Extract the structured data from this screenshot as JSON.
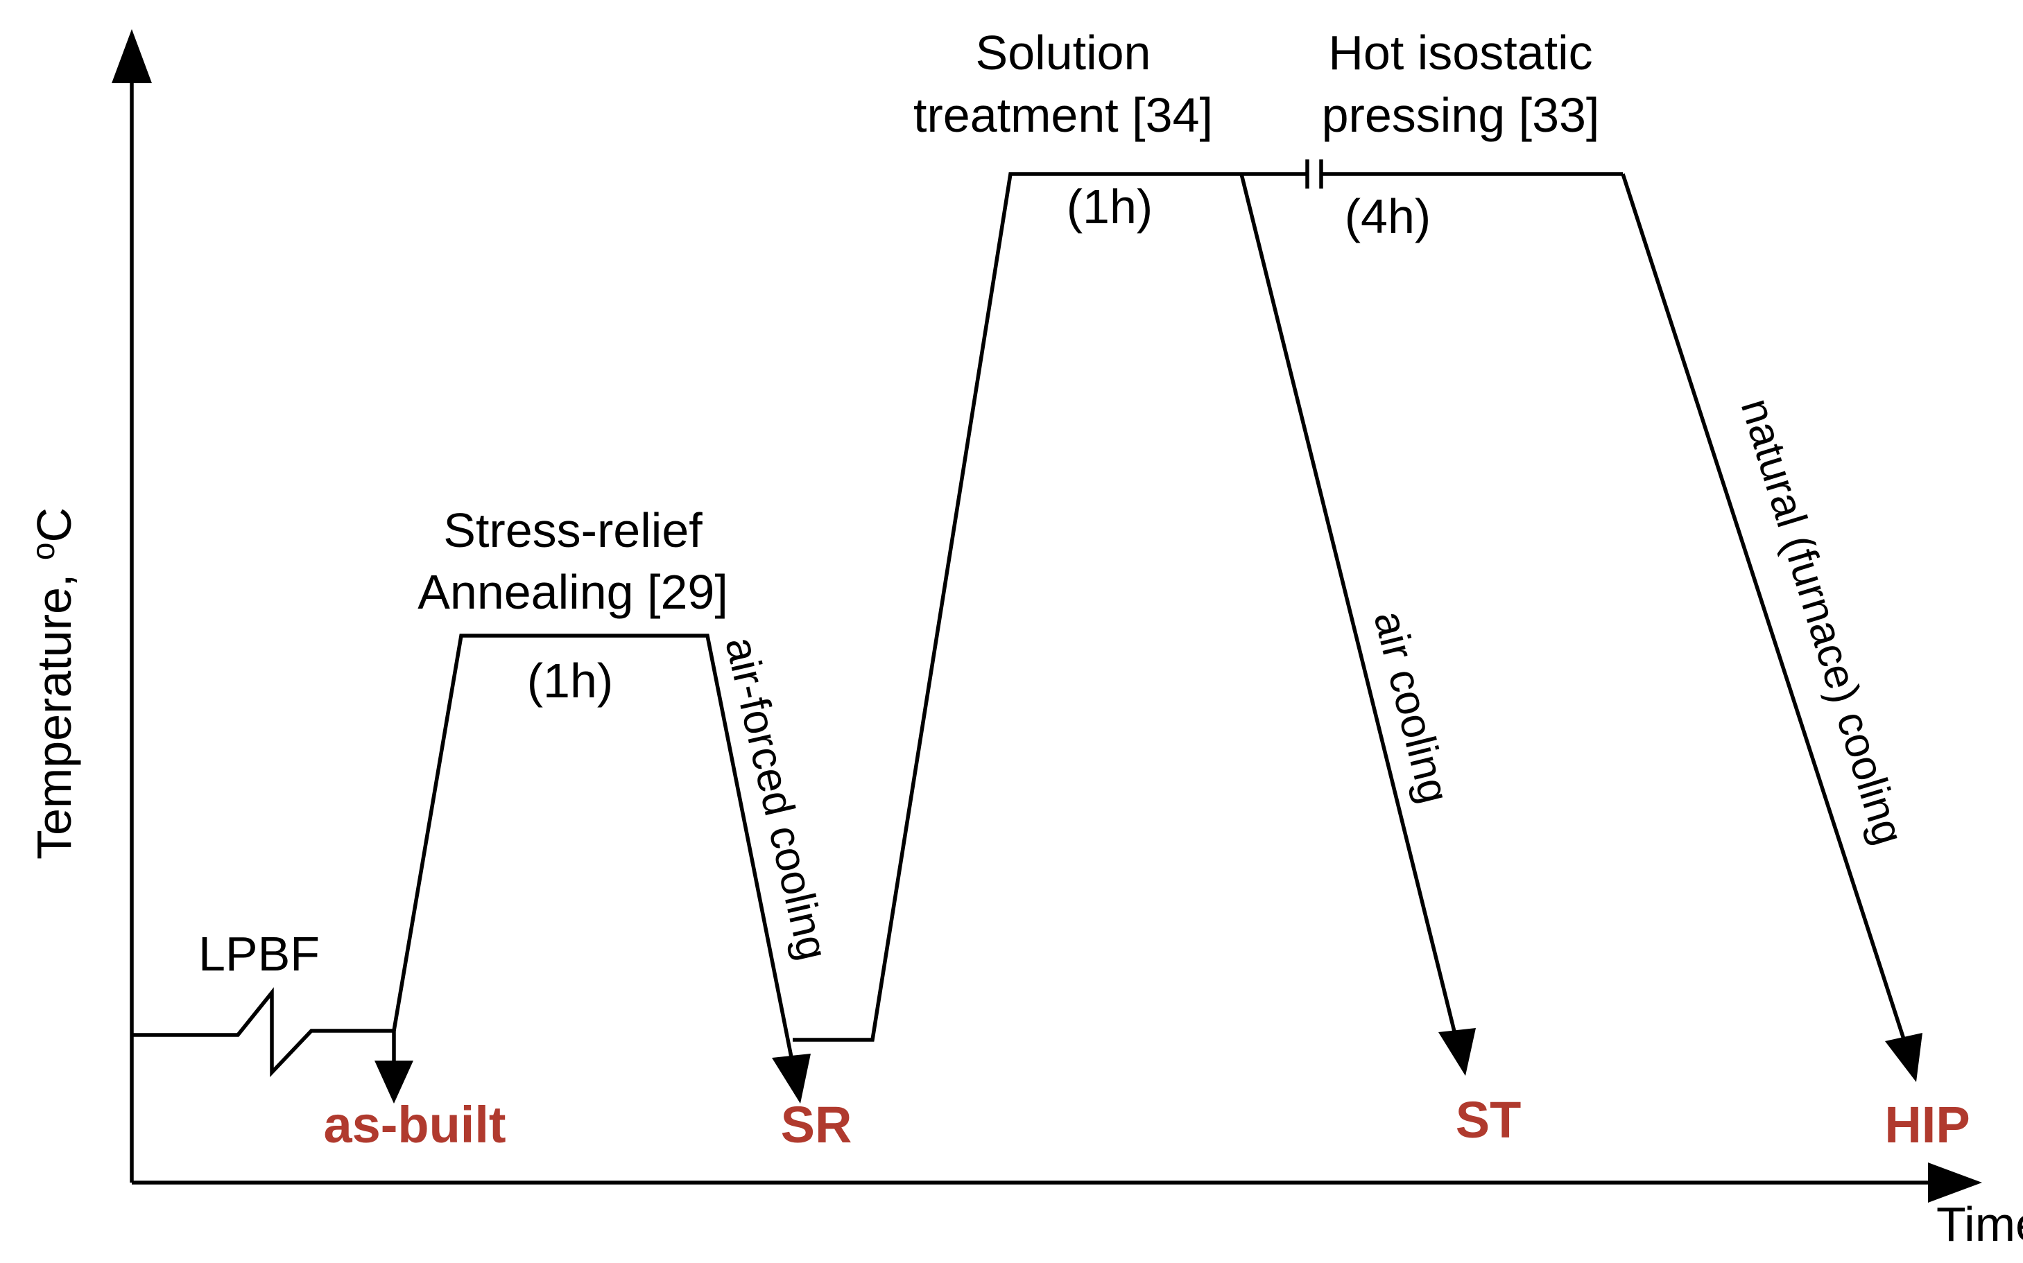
{
  "axes": {
    "x_label": "Time",
    "y_label": "Temperature, ",
    "y_label_unit_super": "o",
    "y_label_unit": "C"
  },
  "steps": {
    "lpbf": "LPBF",
    "stress_relief_line1": "Stress-relief",
    "stress_relief_line2": "Annealing [29]",
    "stress_relief_duration": "(1h)",
    "solution_line1": "Solution",
    "solution_line2": "treatment [34]",
    "solution_duration": "(1h)",
    "hip_line1": "Hot isostatic",
    "hip_line2": "pressing [33]",
    "hip_duration": "(4h)"
  },
  "cooling": {
    "air_forced": "air-forced cooling",
    "air": "air cooling",
    "furnace": "natural (furnace) cooling"
  },
  "states": {
    "as_built": "as-built",
    "sr": "SR",
    "st": "ST",
    "hip": "HIP"
  },
  "colors": {
    "state_label": "#B03A2E",
    "line": "#000000"
  }
}
